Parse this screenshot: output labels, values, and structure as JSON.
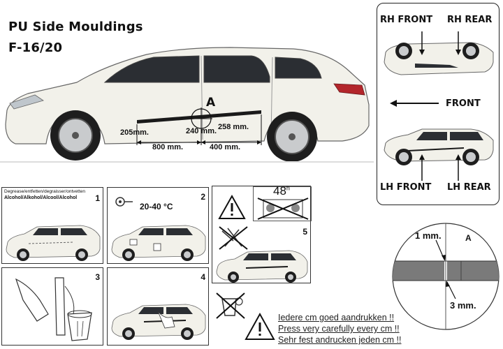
{
  "header": {
    "title": "PU Side Mouldings",
    "code": "F-16/20"
  },
  "main_diagram": {
    "marker": "A",
    "measurements": {
      "front_height": "205mm.",
      "center_height": "240 mm.",
      "rear_height": "258 mm.",
      "front_length": "800 mm.",
      "rear_length": "400 mm."
    }
  },
  "orientation_box": {
    "rh_front": "RH FRONT",
    "rh_rear": "RH REAR",
    "front": "FRONT",
    "lh_front": "LH FRONT",
    "lh_rear": "LH REAR"
  },
  "steps": {
    "step1": {
      "number": "1",
      "line1": "Degrease/entfetten/degraisser/ontvetten",
      "line2": "Alcohol/Alkohol/Alcool/Alcohol"
    },
    "step2": {
      "number": "2",
      "temperature": "20-40 °C"
    },
    "step3": {
      "number": "3"
    },
    "step4": {
      "number": "4"
    },
    "step5": {
      "number": "5",
      "cure_time": "48",
      "cure_unit": "h"
    }
  },
  "detail_circle": {
    "gap_label": "1 mm.",
    "offset_label": "3 mm.",
    "marker": "A"
  },
  "instructions": {
    "nl": "Iedere cm goed aandrukken !!",
    "en": "Press very carefully every cm !!",
    "de": "Sehr fest andrucken jeden cm !!"
  },
  "colors": {
    "car_body": "#f2f1ea",
    "moulding": "#1a1a1a",
    "frame": "#333333",
    "strip_gray": "#7a7a7a"
  }
}
